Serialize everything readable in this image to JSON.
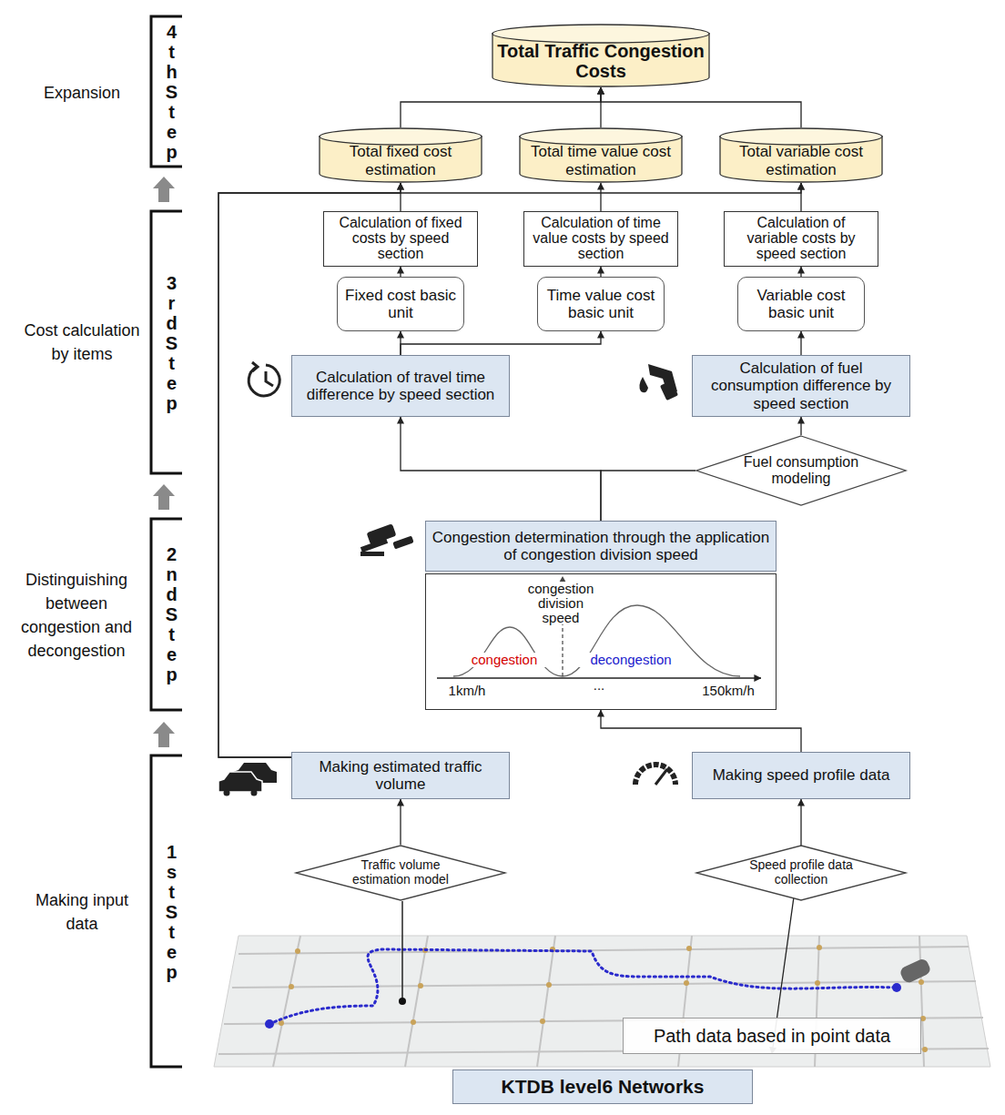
{
  "diagram": {
    "nodes": [
      {
        "text": [
          "Total Traffic Congestion Costs"
        ]
      },
      {
        "text": [
          "Total fixed cost estimation"
        ]
      },
      {
        "text": [
          "Total time value cost estimation"
        ]
      },
      {
        "text": [
          "Total variable cost estimation"
        ]
      },
      {
        "text": [
          "Calculation of fixed costs by speed section"
        ]
      },
      {
        "text": [
          "Calculation of time value costs by speed section"
        ]
      },
      {
        "text": [
          "Calculation of variable costs by speed section"
        ]
      },
      {
        "text": [
          "Fixed cost basic unit"
        ]
      },
      {
        "text": [
          "Time value cost basic unit"
        ]
      },
      {
        "text": [
          "Variable cost basic unit"
        ]
      },
      {
        "text": [
          "Calculation of travel time difference by speed section"
        ]
      },
      {
        "text": [
          "Calculation of fuel consumption difference by speed section"
        ]
      },
      {
        "text": [
          "Fuel consumption modeling"
        ]
      },
      {
        "text": [
          "Congestion determination through the application of congestion division speed"
        ]
      },
      {
        "text": [
          "congestion division speed",
          "congestion",
          "decongestion",
          "1km/h",
          "...",
          "150km/h"
        ]
      },
      {
        "text": [
          "Making estimated traffic volume"
        ]
      },
      {
        "text": [
          "Making speed profile data"
        ]
      },
      {
        "text": [
          "Traffic volume estimation model"
        ]
      },
      {
        "text": [
          "Speed profile data collection"
        ]
      },
      {
        "text": [
          "Path data based in point data"
        ]
      },
      {
        "text": [
          "KTDB level6 Networks"
        ]
      }
    ],
    "edges": [
      {
        "from": 1,
        "to": 0,
        "arrow": "to"
      },
      {
        "from": 2,
        "to": 0,
        "arrow": "to"
      },
      {
        "from": 3,
        "to": 0,
        "arrow": "to"
      },
      {
        "from": 4,
        "to": 1,
        "arrow": "to"
      },
      {
        "from": 5,
        "to": 2,
        "arrow": "to"
      },
      {
        "from": 6,
        "to": 3,
        "arrow": "to"
      },
      {
        "from": 7,
        "to": 4,
        "arrow": "to"
      },
      {
        "from": 8,
        "to": 5,
        "arrow": "to"
      },
      {
        "from": 9,
        "to": 6,
        "arrow": "to"
      },
      {
        "from": 10,
        "to": 7,
        "arrow": "to"
      },
      {
        "from": 10,
        "to": 8,
        "arrow": "to"
      },
      {
        "from": 11,
        "to": 9,
        "arrow": "to"
      },
      {
        "from": 13,
        "to": 10,
        "arrow": "to"
      },
      {
        "from": 13,
        "to": 12,
        "arrow": "none"
      },
      {
        "from": 12,
        "to": 11,
        "arrow": "to"
      },
      {
        "from": 16,
        "to": 14,
        "arrow": "to"
      },
      {
        "from": 15,
        "to": 1,
        "arrow": "to"
      },
      {
        "from": 15,
        "to": 3,
        "arrow": "to"
      },
      {
        "from": 17,
        "to": 15,
        "arrow": "to"
      },
      {
        "from": 18,
        "to": 16,
        "arrow": "to"
      },
      {
        "from": 18,
        "to": 19,
        "arrow": "to"
      }
    ],
    "labels": [
      "4th Step",
      "Expansion",
      "3rd Step",
      "Cost calculation by items",
      "2nd Step",
      "Distinguishing between congestion and decongestion",
      "1st Step",
      "Making input data"
    ]
  }
}
